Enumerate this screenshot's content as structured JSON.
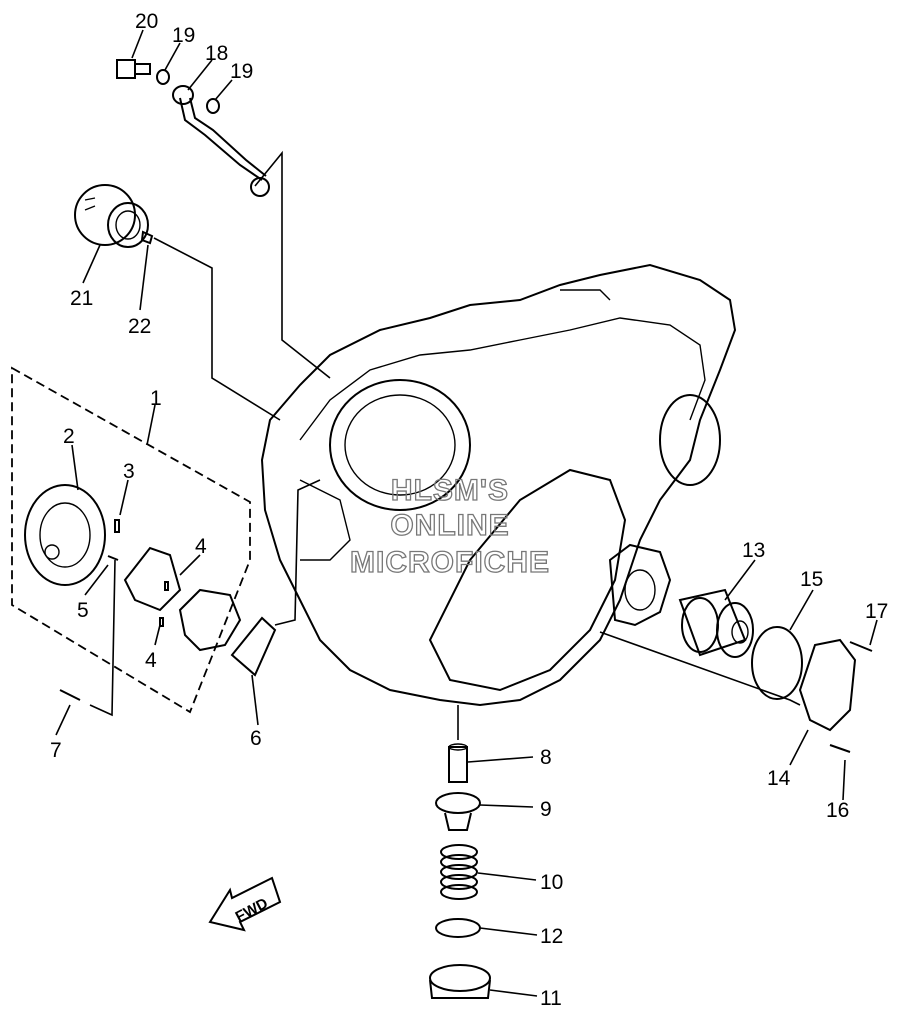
{
  "watermark": {
    "line1": "HLSM'S",
    "line2": "ONLINE",
    "line3": "MICROFICHE"
  },
  "fwd_label": "FWD",
  "callouts": {
    "c1": "1",
    "c2": "2",
    "c3": "3",
    "c4a": "4",
    "c4b": "4",
    "c5": "5",
    "c6": "6",
    "c7": "7",
    "c8": "8",
    "c9": "9",
    "c10": "10",
    "c11": "11",
    "c12": "12",
    "c13": "13",
    "c14": "14",
    "c15": "15",
    "c16": "16",
    "c17": "17",
    "c18": "18",
    "c19a": "19",
    "c19b": "19",
    "c20": "20",
    "c21": "21",
    "c22": "22"
  }
}
